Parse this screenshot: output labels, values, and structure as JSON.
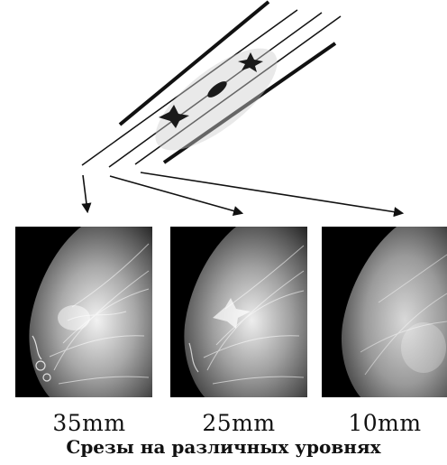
{
  "slices": [
    {
      "label": "35mm"
    },
    {
      "label": "25mm"
    },
    {
      "label": "10mm"
    }
  ],
  "caption": "Срезы на различных уровнях",
  "colors": {
    "line": "#111111",
    "image_bg": "#000000",
    "tissue": "#bdbdbd"
  }
}
